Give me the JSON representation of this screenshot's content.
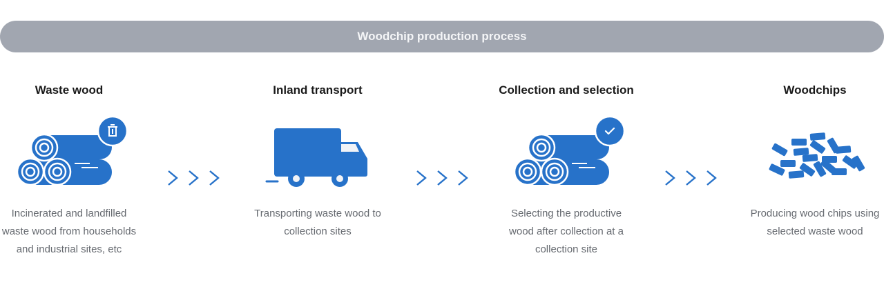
{
  "banner": {
    "title": "Woodchip production process"
  },
  "colors": {
    "accent": "#2772c9",
    "banner_bg": "#a1a6b0"
  },
  "steps": [
    {
      "title": "Waste wood",
      "icon": "logs-trash-icon",
      "description": "Incinerated and landfilled waste wood from households and industrial sites, etc"
    },
    {
      "title": "Inland transport",
      "icon": "truck-icon",
      "description": "Transporting waste wood to collection sites"
    },
    {
      "title": "Collection and selection",
      "icon": "logs-check-icon",
      "description": "Selecting the productive wood after collection at a collection site"
    },
    {
      "title": "Woodchips",
      "icon": "woodchips-icon",
      "description": "Producing wood chips using selected waste wood"
    }
  ],
  "connector": {
    "icon": "triple-chevron-right-icon"
  }
}
